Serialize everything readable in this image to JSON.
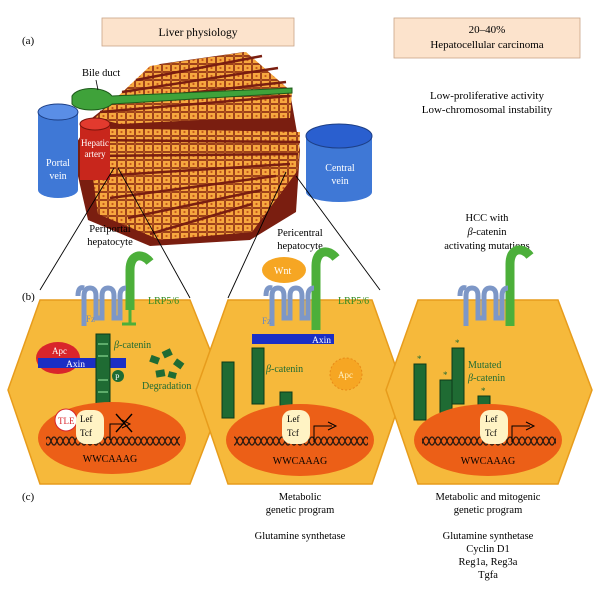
{
  "panel_labels": {
    "a": "(a)",
    "b": "(b)",
    "c": "(c)"
  },
  "headers": {
    "liver": "Liver physiology",
    "hcc_pct": "20–40%",
    "hcc": "Hepatocellular carcinoma"
  },
  "anatomy": {
    "bile_duct": "Bile duct",
    "portal_vein_1": "Portal",
    "portal_vein_2": "vein",
    "hepatic_artery_1": "Hepatic",
    "hepatic_artery_2": "artery",
    "central_vein_1": "Central",
    "central_vein_2": "vein"
  },
  "hcc_traits": {
    "line1": "Low-proliferative activity",
    "line2": "Low-chromosomal instability"
  },
  "cell_titles": {
    "periportal_1": "Periportal",
    "periportal_2": "hepatocyte",
    "pericentral_1": "Pericentral",
    "pericentral_2": "hepatocyte",
    "hcc_1": "HCC with",
    "hcc_2": "β-catenin-",
    "hcc_3": "activating mutations"
  },
  "molecules": {
    "lrp": "LRP5/6",
    "fz": "Fz",
    "wnt": "Wnt",
    "apc": "Apc",
    "axin": "Axin",
    "p": "P",
    "beta_catenin": "β-catenin",
    "beta_symbol": "β",
    "catenin_rest": "-catenin",
    "degradation": "Degradation",
    "mutated": "Mutated",
    "tle": "TLE",
    "lef": "Lef",
    "tcf": "Tcf",
    "motif": "WWCAAAG"
  },
  "programs": {
    "metabolic_1": "Metabolic",
    "metabolic_2": "genetic program",
    "glutamine": "Glutamine synthetase",
    "mitogenic_1": "Metabolic and mitogenic",
    "mitogenic_2": "genetic program",
    "genes": [
      "Glutamine synthetase",
      "Cyclin D1",
      "Reg1a, Reg3a",
      "Tgfa"
    ]
  },
  "colors": {
    "header_fill": "#fce3cc",
    "cell_fill": "#f6b93b",
    "nucleus_fill": "#ec5f17",
    "beta_catenin": "#1f6b33",
    "lrp": "#4caf3a",
    "fz": "#7d97c7",
    "axin": "#1b2ec4",
    "apc": "#d9252b",
    "wnt": "#f6a623",
    "vein": "#3f78d6",
    "artery": "#c8261c",
    "liver": "#7a1e10"
  }
}
